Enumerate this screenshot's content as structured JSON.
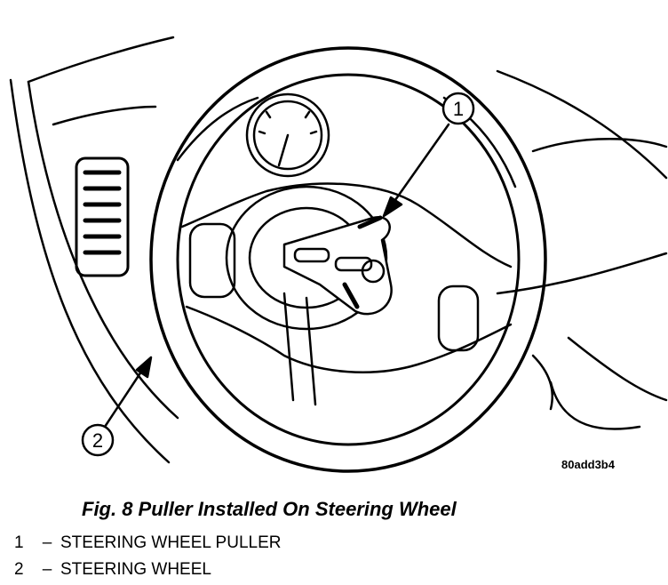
{
  "figure": {
    "caption": "Fig. 8 Puller Installed On Steering Wheel",
    "ref_code": "80add3b4"
  },
  "callouts": [
    {
      "number": "1"
    },
    {
      "number": "2"
    }
  ],
  "legend": [
    {
      "number": "1",
      "separator": "–",
      "label": "STEERING WHEEL PULLER"
    },
    {
      "number": "2",
      "separator": "–",
      "label": "STEERING WHEEL"
    }
  ]
}
